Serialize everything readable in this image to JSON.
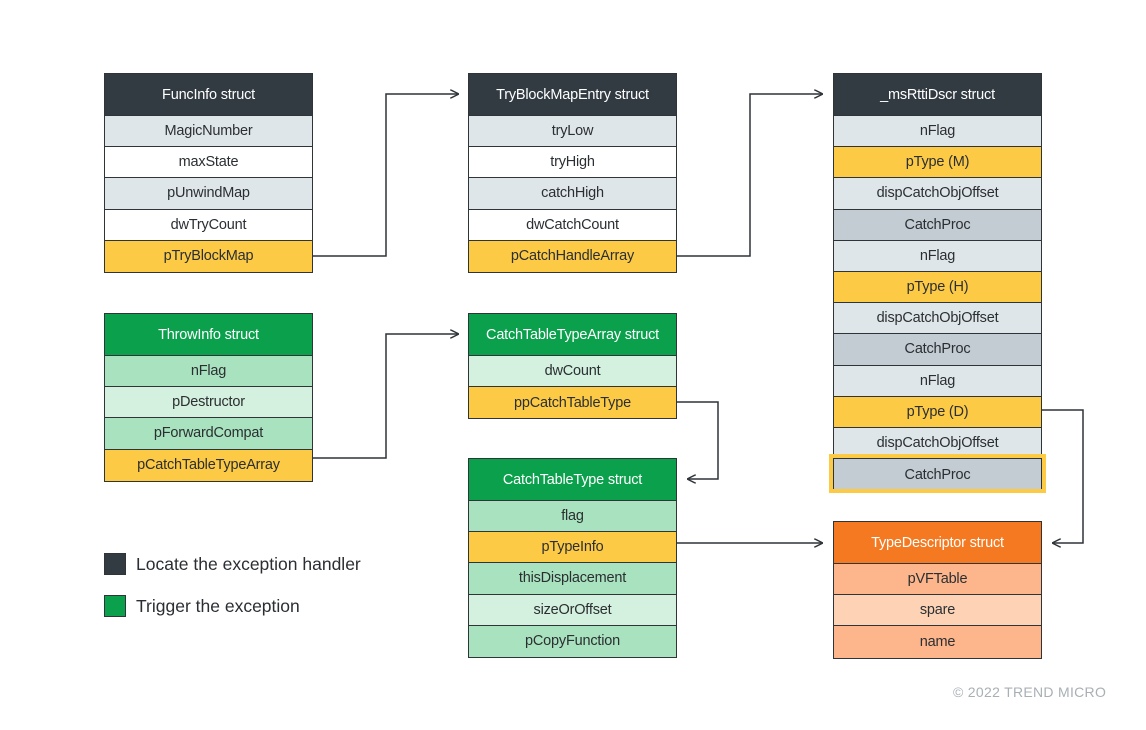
{
  "colors": {
    "locate": "#323a42",
    "trigger": "#0aa04c",
    "highlight": "#fdca45",
    "type_descriptor": "#f47920"
  },
  "structs": {
    "funcinfo": {
      "title": "FuncInfo struct",
      "fields": [
        "MagicNumber",
        "maxState",
        "pUnwindMap",
        "dwTryCount",
        "pTryBlockMap"
      ]
    },
    "tryblock": {
      "title": "TryBlockMapEntry struct",
      "fields": [
        "tryLow",
        "tryHigh",
        "catchHigh",
        "dwCatchCount",
        "pCatchHandleArray"
      ]
    },
    "msrtti": {
      "title": "_msRttiDscr struct",
      "fields": [
        "nFlag",
        "pType (M)",
        "dispCatchObjOffset",
        "CatchProc",
        "nFlag",
        "pType (H)",
        "dispCatchObjOffset",
        "CatchProc",
        "nFlag",
        "pType (D)",
        "dispCatchObjOffset",
        "CatchProc"
      ]
    },
    "throwinfo": {
      "title": "ThrowInfo struct",
      "fields": [
        "nFlag",
        "pDestructor",
        "pForwardCompat",
        "pCatchTableTypeArray"
      ]
    },
    "cttarray": {
      "title": "CatchTableTypeArray struct",
      "fields": [
        "dwCount",
        "ppCatchTableType"
      ]
    },
    "ctt": {
      "title": "CatchTableType struct",
      "fields": [
        "flag",
        "pTypeInfo",
        "thisDisplacement",
        "sizeOrOffset",
        "pCopyFunction"
      ]
    },
    "typedesc": {
      "title": "TypeDescriptor struct",
      "fields": [
        "pVFTable",
        "spare",
        "name"
      ]
    }
  },
  "legend": {
    "locate": "Locate the exception handler",
    "trigger": "Trigger the exception"
  },
  "copyright": "© 2022 TREND MICRO"
}
